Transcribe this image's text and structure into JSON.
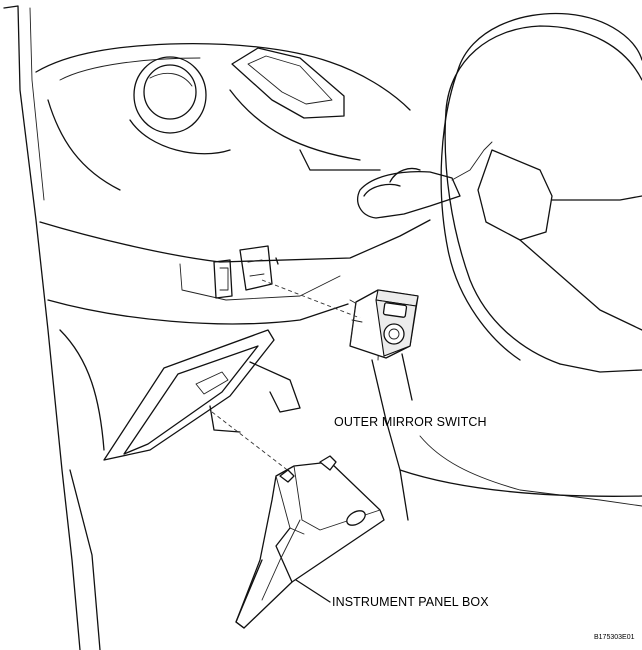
{
  "labels": {
    "mirror_switch": "OUTER MIRROR SWITCH",
    "panel_box": "INSTRUMENT PANEL BOX"
  },
  "figure_code": "B175303E01"
}
